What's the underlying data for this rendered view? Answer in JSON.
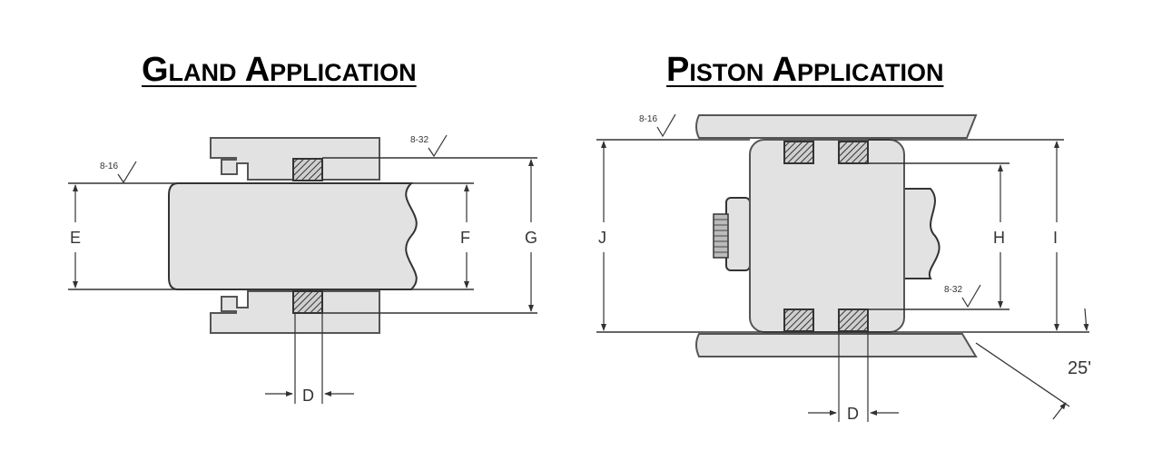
{
  "gland": {
    "title": "Gland Application",
    "finish_a": "8-16",
    "finish_b": "8-32",
    "dim_e": "E",
    "dim_f": "F",
    "dim_g": "G",
    "dim_d": "D"
  },
  "piston": {
    "title": "Piston Application",
    "finish_a": "8-16",
    "finish_b": "8-32",
    "dim_j": "J",
    "dim_h": "H",
    "dim_i": "I",
    "dim_d": "D",
    "angle": "25'"
  },
  "colors": {
    "fill": "#e2e2e2",
    "stroke": "#555555",
    "line": "#333333"
  }
}
